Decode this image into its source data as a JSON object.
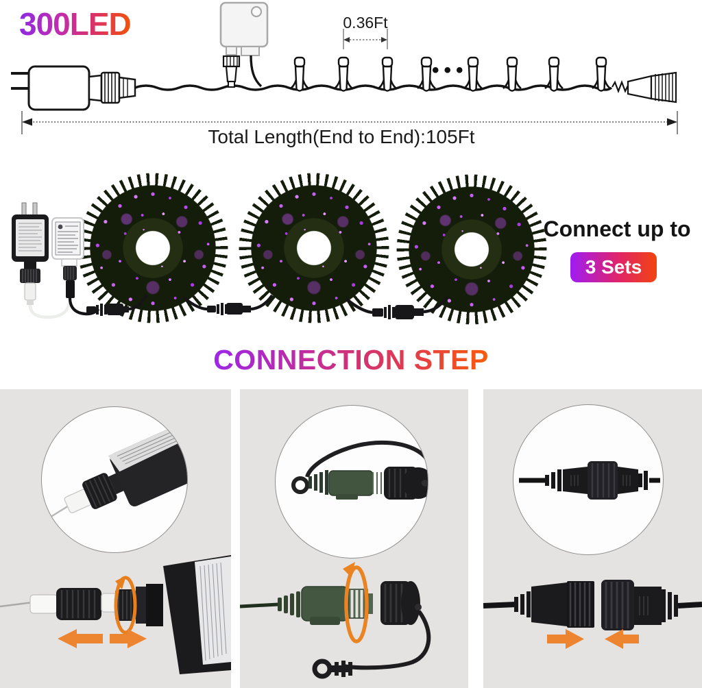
{
  "header": {
    "title": "300LED",
    "spacing_label": "0.36Ft",
    "total_length_label": "Total Length(End to End):105Ft",
    "ellipsis": "•••"
  },
  "sets": {
    "connect_text": "Connect up to",
    "badge_text": "3 Sets",
    "coil_count": 3
  },
  "steps": {
    "title": "CONNECTION STEP",
    "step_count": 3
  },
  "colors": {
    "title_gradient_start": "#8e2be2",
    "title_gradient_end": "#f25309",
    "badge_gradient_start": "#9f1cf2",
    "badge_gradient_end": "#f1440e",
    "step_title_gradient_start": "#9c27e8",
    "step_title_gradient_end": "#f75c0b",
    "arrow_orange": "#ed8430",
    "light_purple": "#c75ef2",
    "panel_background": "#e5e3e1"
  }
}
